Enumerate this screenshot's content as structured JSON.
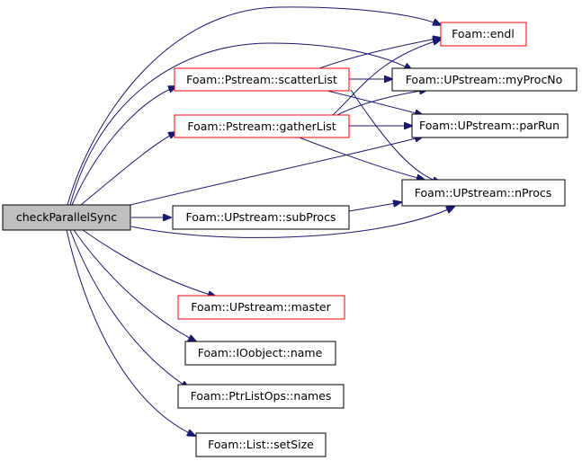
{
  "colors": {
    "edge": "#191970",
    "border_default": "#000000",
    "border_incomplete": "#ff0000",
    "root_fill": "#bfbfbf",
    "node_fill": "#ffffff"
  },
  "nodes": [
    {
      "id": "checkParallelSync",
      "label": "checkParallelSync",
      "role": "root"
    },
    {
      "id": "endl",
      "label": "Foam::endl",
      "border": "red"
    },
    {
      "id": "scatterList",
      "label": "Foam::Pstream::scatterList",
      "border": "red"
    },
    {
      "id": "myProcNo",
      "label": "Foam::UPstream::myProcNo",
      "border": "black"
    },
    {
      "id": "gatherList",
      "label": "Foam::Pstream::gatherList",
      "border": "red"
    },
    {
      "id": "parRun",
      "label": "Foam::UPstream::parRun",
      "border": "black"
    },
    {
      "id": "nProcs",
      "label": "Foam::UPstream::nProcs",
      "border": "black"
    },
    {
      "id": "subProcs",
      "label": "Foam::UPstream::subProcs",
      "border": "black"
    },
    {
      "id": "master",
      "label": "Foam::UPstream::master",
      "border": "red"
    },
    {
      "id": "name",
      "label": "Foam::IOobject::name",
      "border": "black"
    },
    {
      "id": "names",
      "label": "Foam::PtrListOps::names",
      "border": "black"
    },
    {
      "id": "setSize",
      "label": "Foam::List::setSize",
      "border": "black"
    }
  ],
  "edges": [
    {
      "from": "checkParallelSync",
      "to": "endl"
    },
    {
      "from": "checkParallelSync",
      "to": "scatterList"
    },
    {
      "from": "checkParallelSync",
      "to": "myProcNo"
    },
    {
      "from": "checkParallelSync",
      "to": "gatherList"
    },
    {
      "from": "checkParallelSync",
      "to": "parRun"
    },
    {
      "from": "checkParallelSync",
      "to": "subProcs"
    },
    {
      "from": "checkParallelSync",
      "to": "nProcs"
    },
    {
      "from": "checkParallelSync",
      "to": "master"
    },
    {
      "from": "checkParallelSync",
      "to": "name"
    },
    {
      "from": "checkParallelSync",
      "to": "names"
    },
    {
      "from": "checkParallelSync",
      "to": "setSize"
    },
    {
      "from": "scatterList",
      "to": "endl"
    },
    {
      "from": "scatterList",
      "to": "myProcNo"
    },
    {
      "from": "scatterList",
      "to": "parRun"
    },
    {
      "from": "scatterList",
      "to": "nProcs"
    },
    {
      "from": "gatherList",
      "to": "endl"
    },
    {
      "from": "gatherList",
      "to": "myProcNo"
    },
    {
      "from": "gatherList",
      "to": "parRun"
    },
    {
      "from": "gatherList",
      "to": "nProcs"
    },
    {
      "from": "subProcs",
      "to": "nProcs"
    }
  ]
}
